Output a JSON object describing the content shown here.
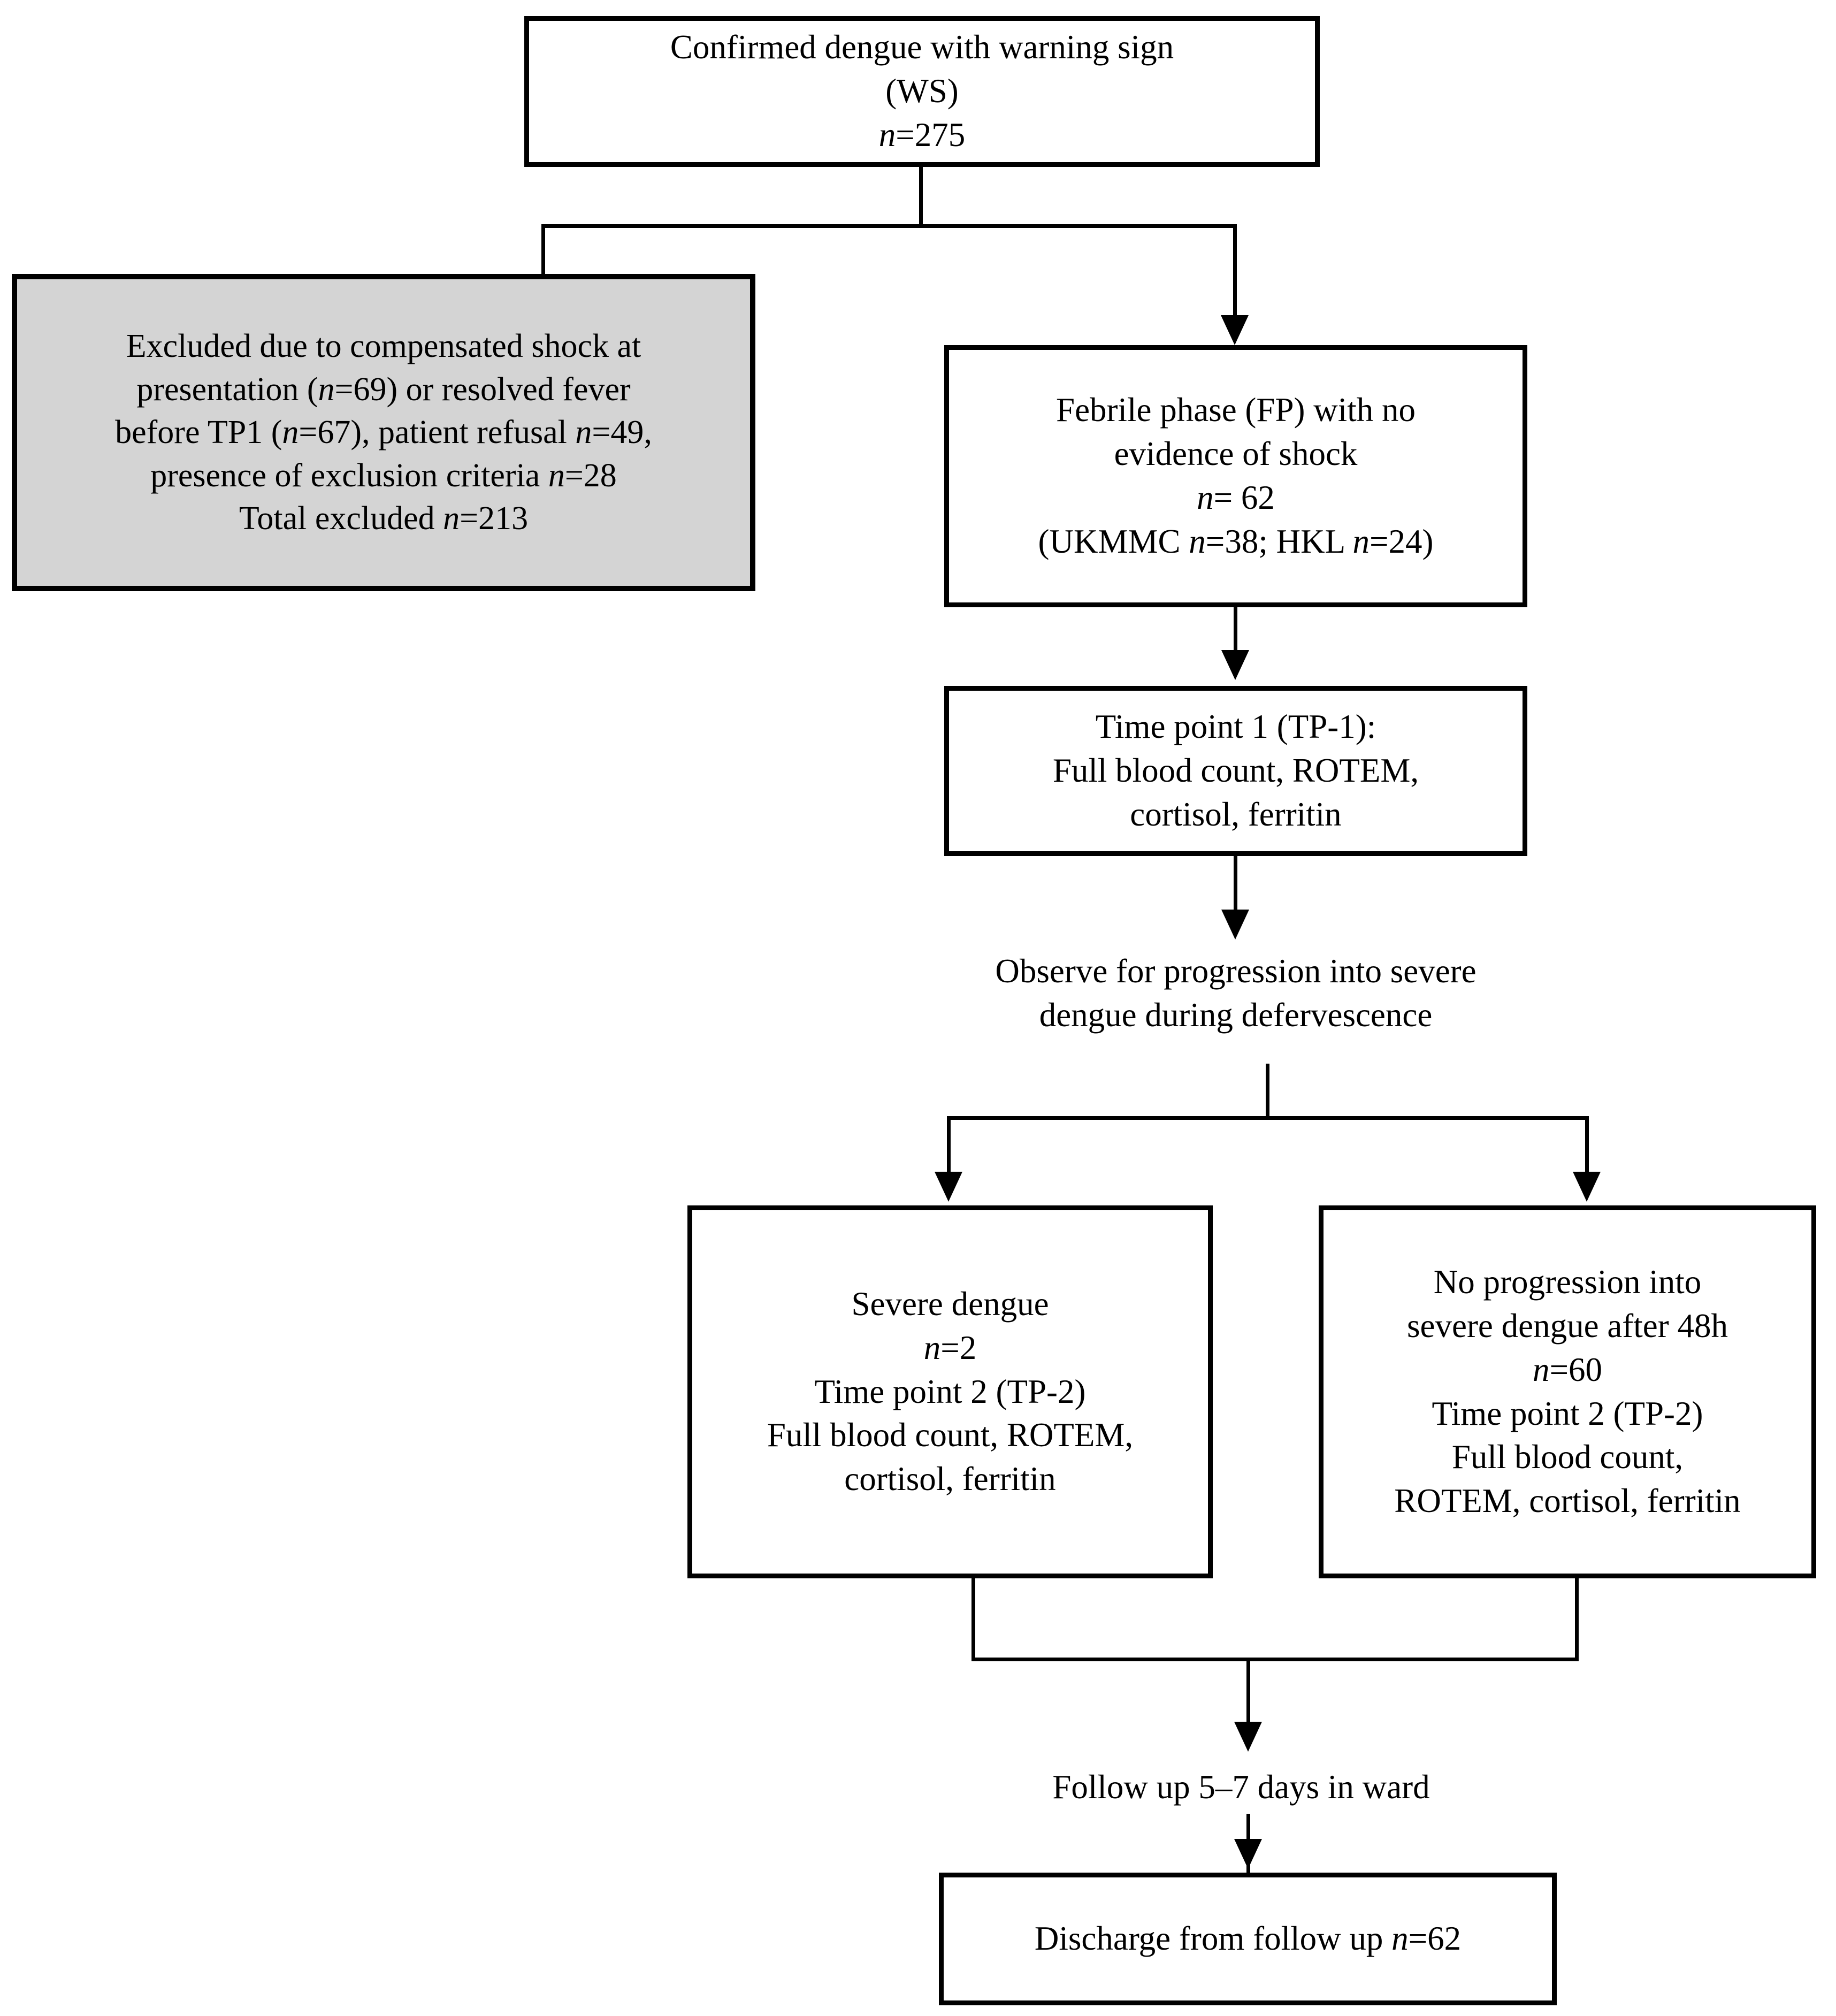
{
  "figure": {
    "type": "flowchart",
    "orientation": "top-to-bottom",
    "background_color": "#ffffff",
    "line_color": "#000000",
    "shaded_box_color": "#d4d4d4"
  },
  "nodes": {
    "enrolled": {
      "id": "confirmed-dengue-warning-sign",
      "lines": [
        "Confirmed dengue with warning sign",
        "(WS)",
        "n=275"
      ],
      "n": 275,
      "shaded": false
    },
    "excluded": {
      "id": "excluded-patients",
      "lines": [
        "Excluded due to compensated shock at",
        "presentation (n=69) or resolved fever",
        "before TP1 (n=67), patient refusal n=49,",
        "presence of exclusion criteria n=28",
        "Total excluded n=213"
      ],
      "counts": {
        "compensated_shock_at_presentation": 69,
        "resolved_fever_before_tp1": 67,
        "patient_refusal": 49,
        "presence_of_exclusion_criteria": 28,
        "total_excluded": 213
      },
      "shaded": true
    },
    "febrile_phase": {
      "id": "febrile-phase-no-shock",
      "lines": [
        "Febrile phase (FP) with no",
        "evidence of shock",
        "n= 62",
        "(UKMMC n=38; HKL n=24)"
      ],
      "n": 62,
      "sites": {
        "UKMMC": 38,
        "HKL": 24
      },
      "shaded": false
    },
    "time_point_1": {
      "id": "time-point-1",
      "lines": [
        "Time point 1 (TP-1):",
        "Full blood count, ROTEM,",
        "cortisol, ferritin"
      ],
      "assays": [
        "Full blood count",
        "ROTEM",
        "cortisol",
        "ferritin"
      ],
      "shaded": false
    },
    "severe_dengue": {
      "id": "severe-dengue",
      "lines": [
        "Severe dengue",
        "n=2",
        "Time point 2 (TP-2)",
        "Full blood count, ROTEM,",
        "cortisol, ferritin"
      ],
      "n": 2,
      "shaded": false
    },
    "no_progression": {
      "id": "no-progression",
      "lines": [
        "No progression into",
        "severe dengue after 48h",
        "n=60",
        "Time point 2 (TP-2)",
        "Full blood count,",
        "ROTEM, cortisol, ferritin"
      ],
      "n": 60,
      "shaded": false
    },
    "discharge": {
      "id": "discharge-from-follow-up",
      "lines": [
        "Discharge from follow up n=62"
      ],
      "n": 62,
      "shaded": false
    }
  },
  "labels": {
    "observe": {
      "id": "observe-for-progression",
      "lines": [
        "Observe for progression into severe",
        "dengue during defervescence"
      ]
    },
    "follow_up": {
      "id": "follow-up-in-ward",
      "lines": [
        "Follow up 5–7 days in ward"
      ]
    }
  }
}
